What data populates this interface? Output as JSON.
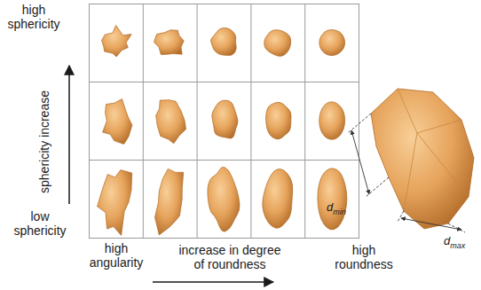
{
  "diagram": {
    "labels": [
      "high sphericity",
      "sphericity increase",
      "low sphericity",
      "high angularity",
      "increase in degree of roundness",
      "high roundness",
      "dmin",
      "dmax"
    ]
  }
}
